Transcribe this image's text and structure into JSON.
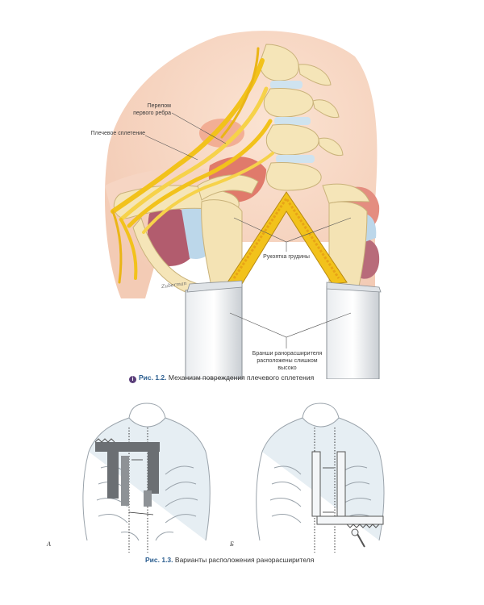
{
  "figure_1_2": {
    "labels": {
      "first_rib_fracture": "Перелом первого ребра",
      "brachial_plexus": "Плечевое сплетение",
      "manubrium": "Рукоятка грудины",
      "retractor_blades": "Бранши ранорасширителя расположены слишком высоко"
    },
    "artist_signature": "Zuberman",
    "caption_number_badge": "i",
    "caption_prefix": "Рис. 1.2.",
    "caption_text": "Механизм повреждения плечевого сплетения"
  },
  "figure_1_3": {
    "panel_a": "А",
    "panel_b": "Б",
    "caption_prefix": "Рис. 1.3.",
    "caption_text": "Варианты расположения ранорасширителя"
  },
  "colors": {
    "nerve": "#f2c21b",
    "bone": "#f4e3b4",
    "muscle": "#e57b6f",
    "accent_blue": "#2a5d8f"
  }
}
